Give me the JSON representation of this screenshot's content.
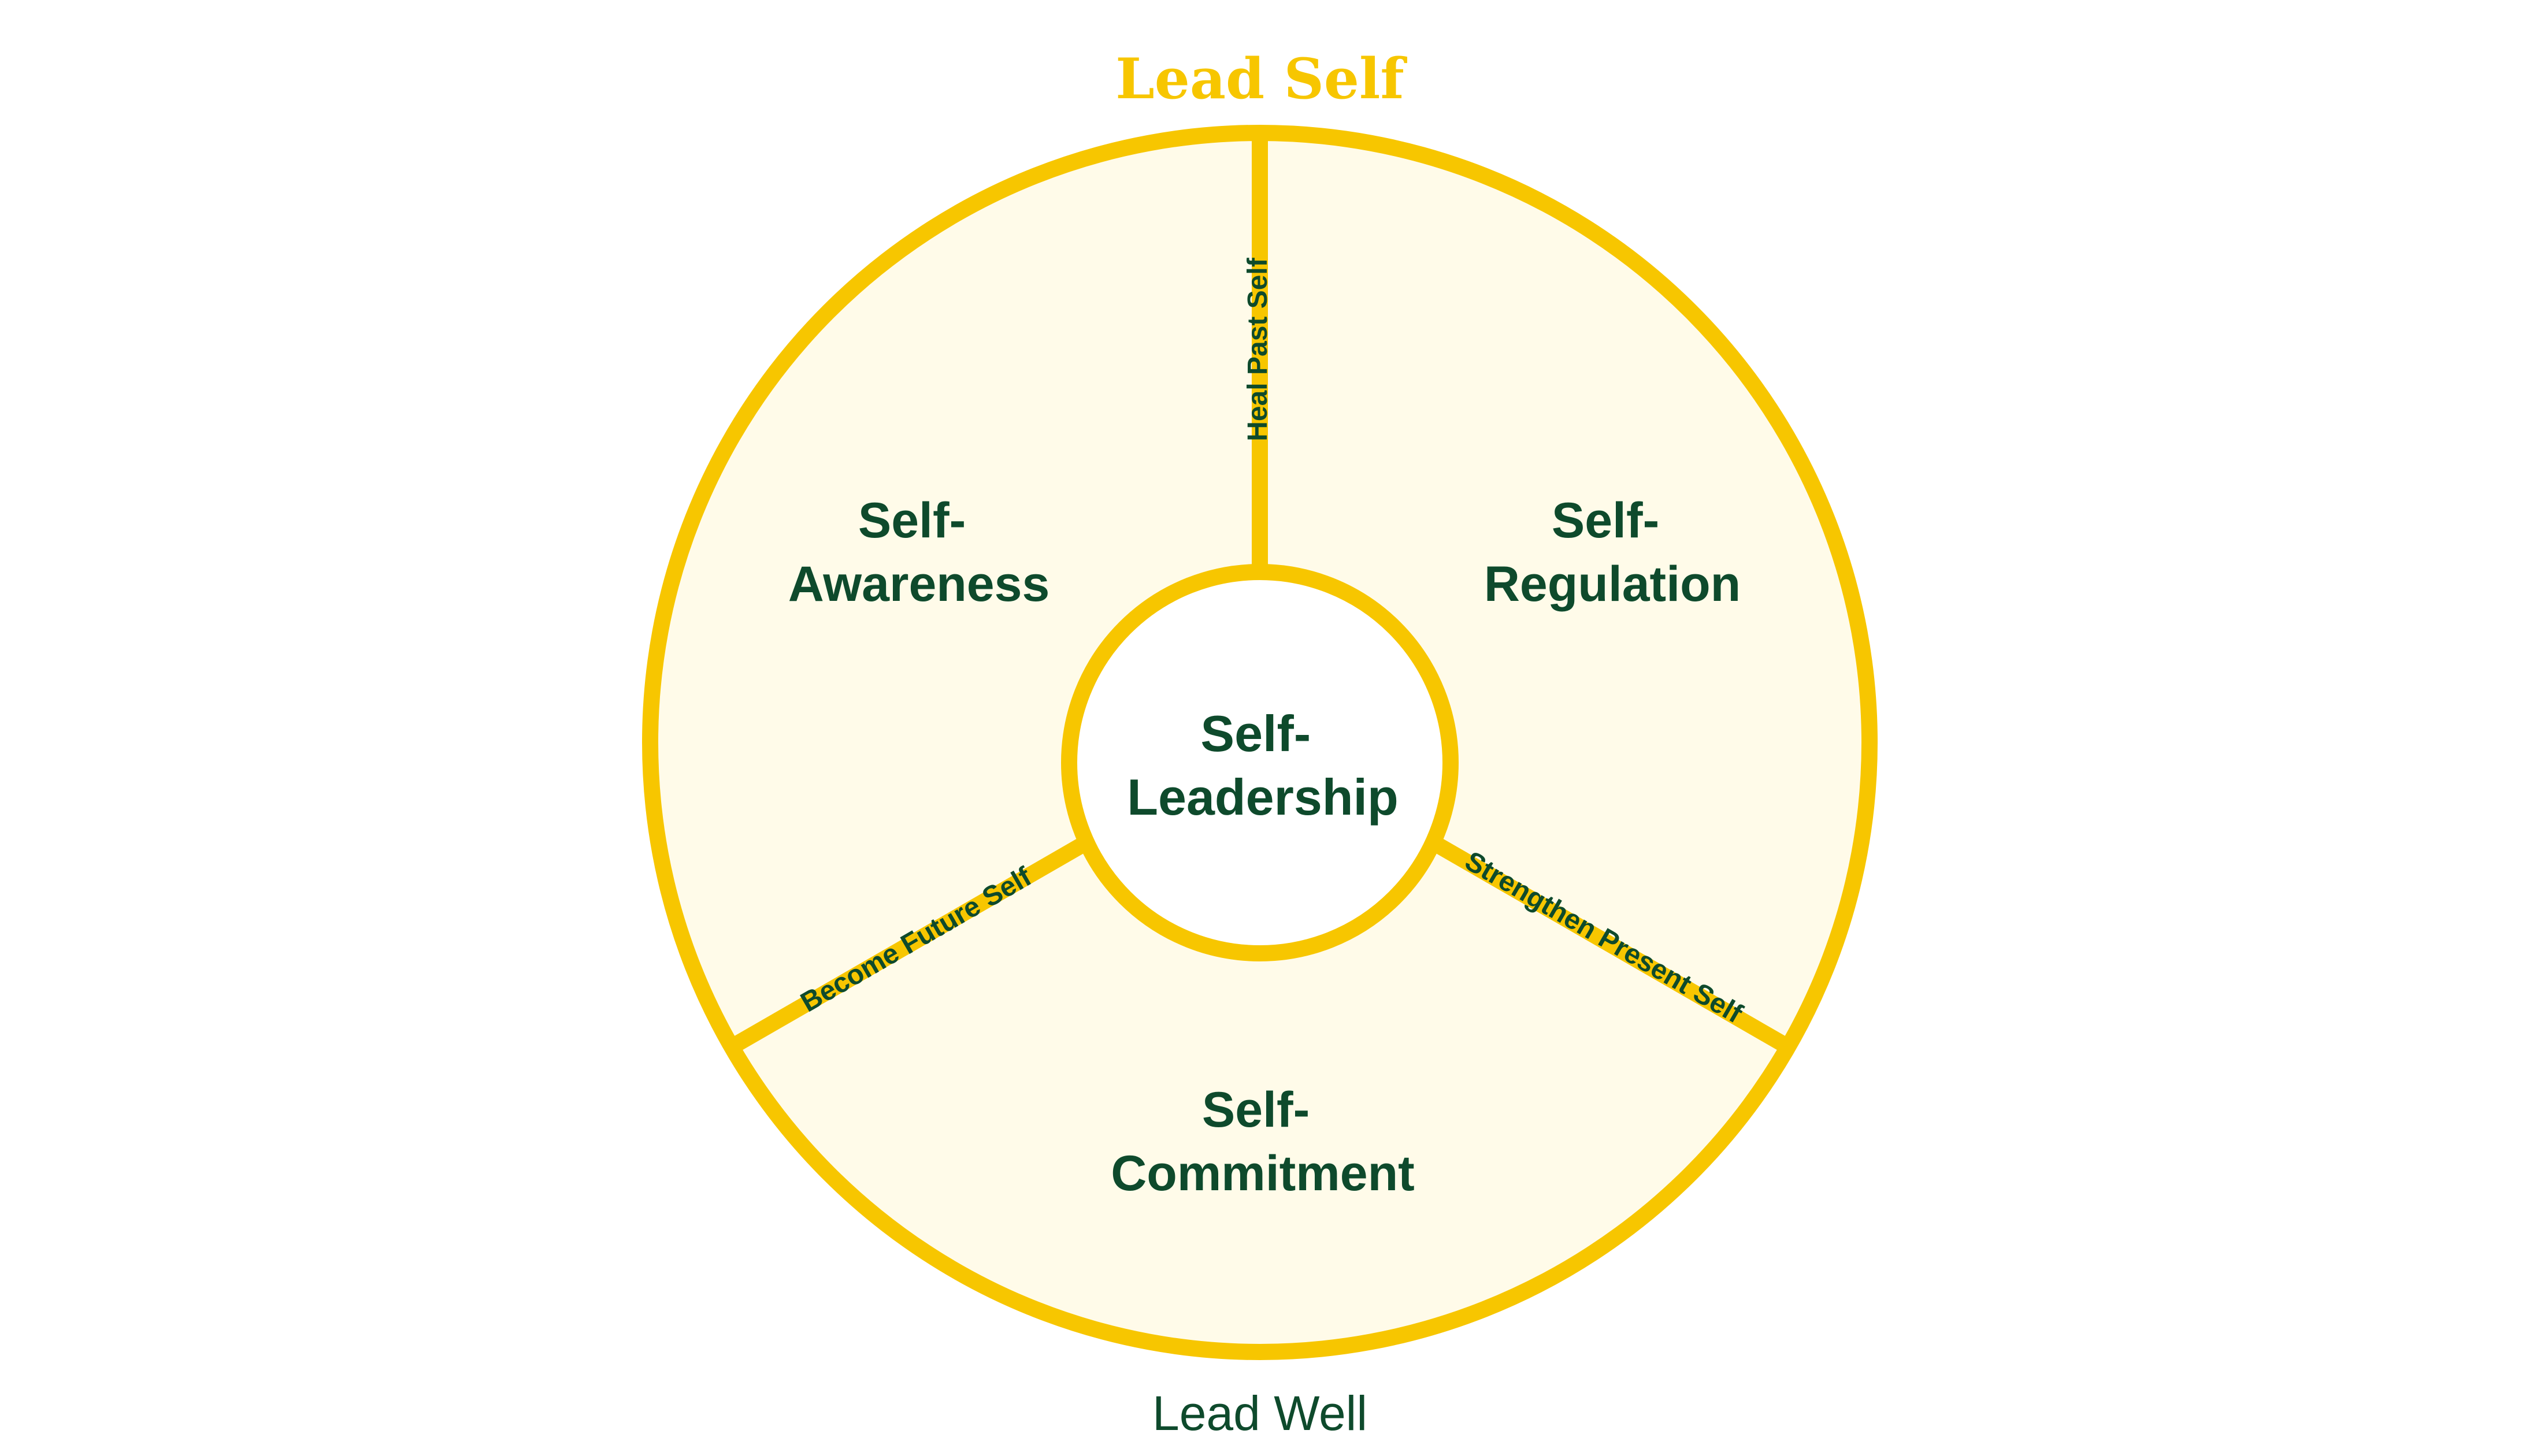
{
  "colors": {
    "ring": "#F7C600",
    "fill": "#FFFBE9",
    "text_dark": "#0E4A2C",
    "title": "#F7C600",
    "background": "#FFFFFF"
  },
  "title": "Lead Self",
  "footer": "Lead Well",
  "center": {
    "line1": "Self-",
    "line2": "Leadership"
  },
  "segments": {
    "awareness": {
      "line1": "Self-",
      "line2": "Awareness"
    },
    "regulation": {
      "line1": "Self-",
      "line2": "Regulation"
    },
    "commitment": {
      "line1": "Self-",
      "line2": "Commitment"
    }
  },
  "dividers": {
    "top": "Heal Past Self",
    "right": "Strengthen Present Self",
    "left": "Become Future Self"
  }
}
